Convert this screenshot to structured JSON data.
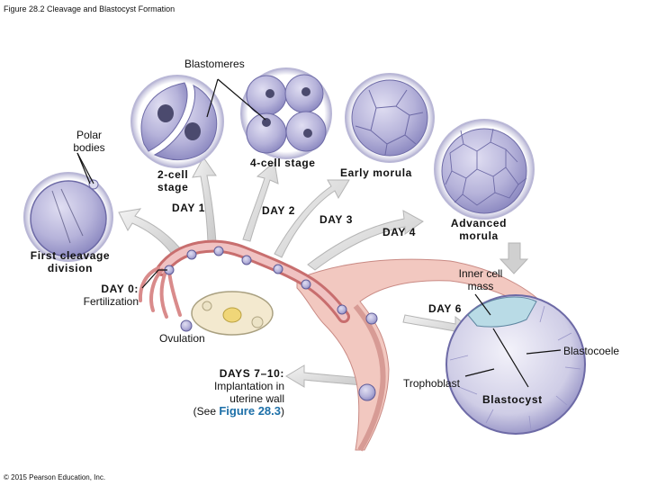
{
  "figure_title": "Figure 28.2 Cleavage and Blastocyst Formation",
  "copyright": "© 2015 Pearson Education, Inc.",
  "labels": {
    "blastomeres": "Blastomeres",
    "polar_bodies_1": "Polar",
    "polar_bodies_2": "bodies",
    "two_cell_1": "2-cell",
    "two_cell_2": "stage",
    "four_cell": "4-cell stage",
    "early_morula": "Early morula",
    "advanced_morula_1": "Advanced",
    "advanced_morula_2": "morula",
    "day1": "DAY 1",
    "day2": "DAY 2",
    "day3": "DAY 3",
    "day4": "DAY 4",
    "first_cleavage_1": "First cleavage",
    "first_cleavage_2": "division",
    "inner_cell_mass_1": "Inner cell",
    "inner_cell_mass_2": "mass",
    "day0": "DAY 0:",
    "fertilization": "Fertilization",
    "day6": "DAY 6",
    "ovulation": "Ovulation",
    "blastocoele": "Blastocoele",
    "days7_10": "DAYS 7–10:",
    "implantation_1": "Implantation in",
    "implantation_2": "uterine wall",
    "see_open": "(See ",
    "see_ref": "Figure 28.3",
    "see_close": ")",
    "trophoblast": "Trophoblast",
    "blastocyst": "Blastocyst"
  },
  "colors": {
    "cell_fill": "#b3b0d8",
    "cell_edge": "#6d6aa6",
    "nucleus": "#4b4a6e",
    "tube_pink": "#e7b3b3",
    "tube_dark": "#c46e6e",
    "arrow_gray": "#dcdcdc",
    "figure_link": "#1c6fa8"
  }
}
